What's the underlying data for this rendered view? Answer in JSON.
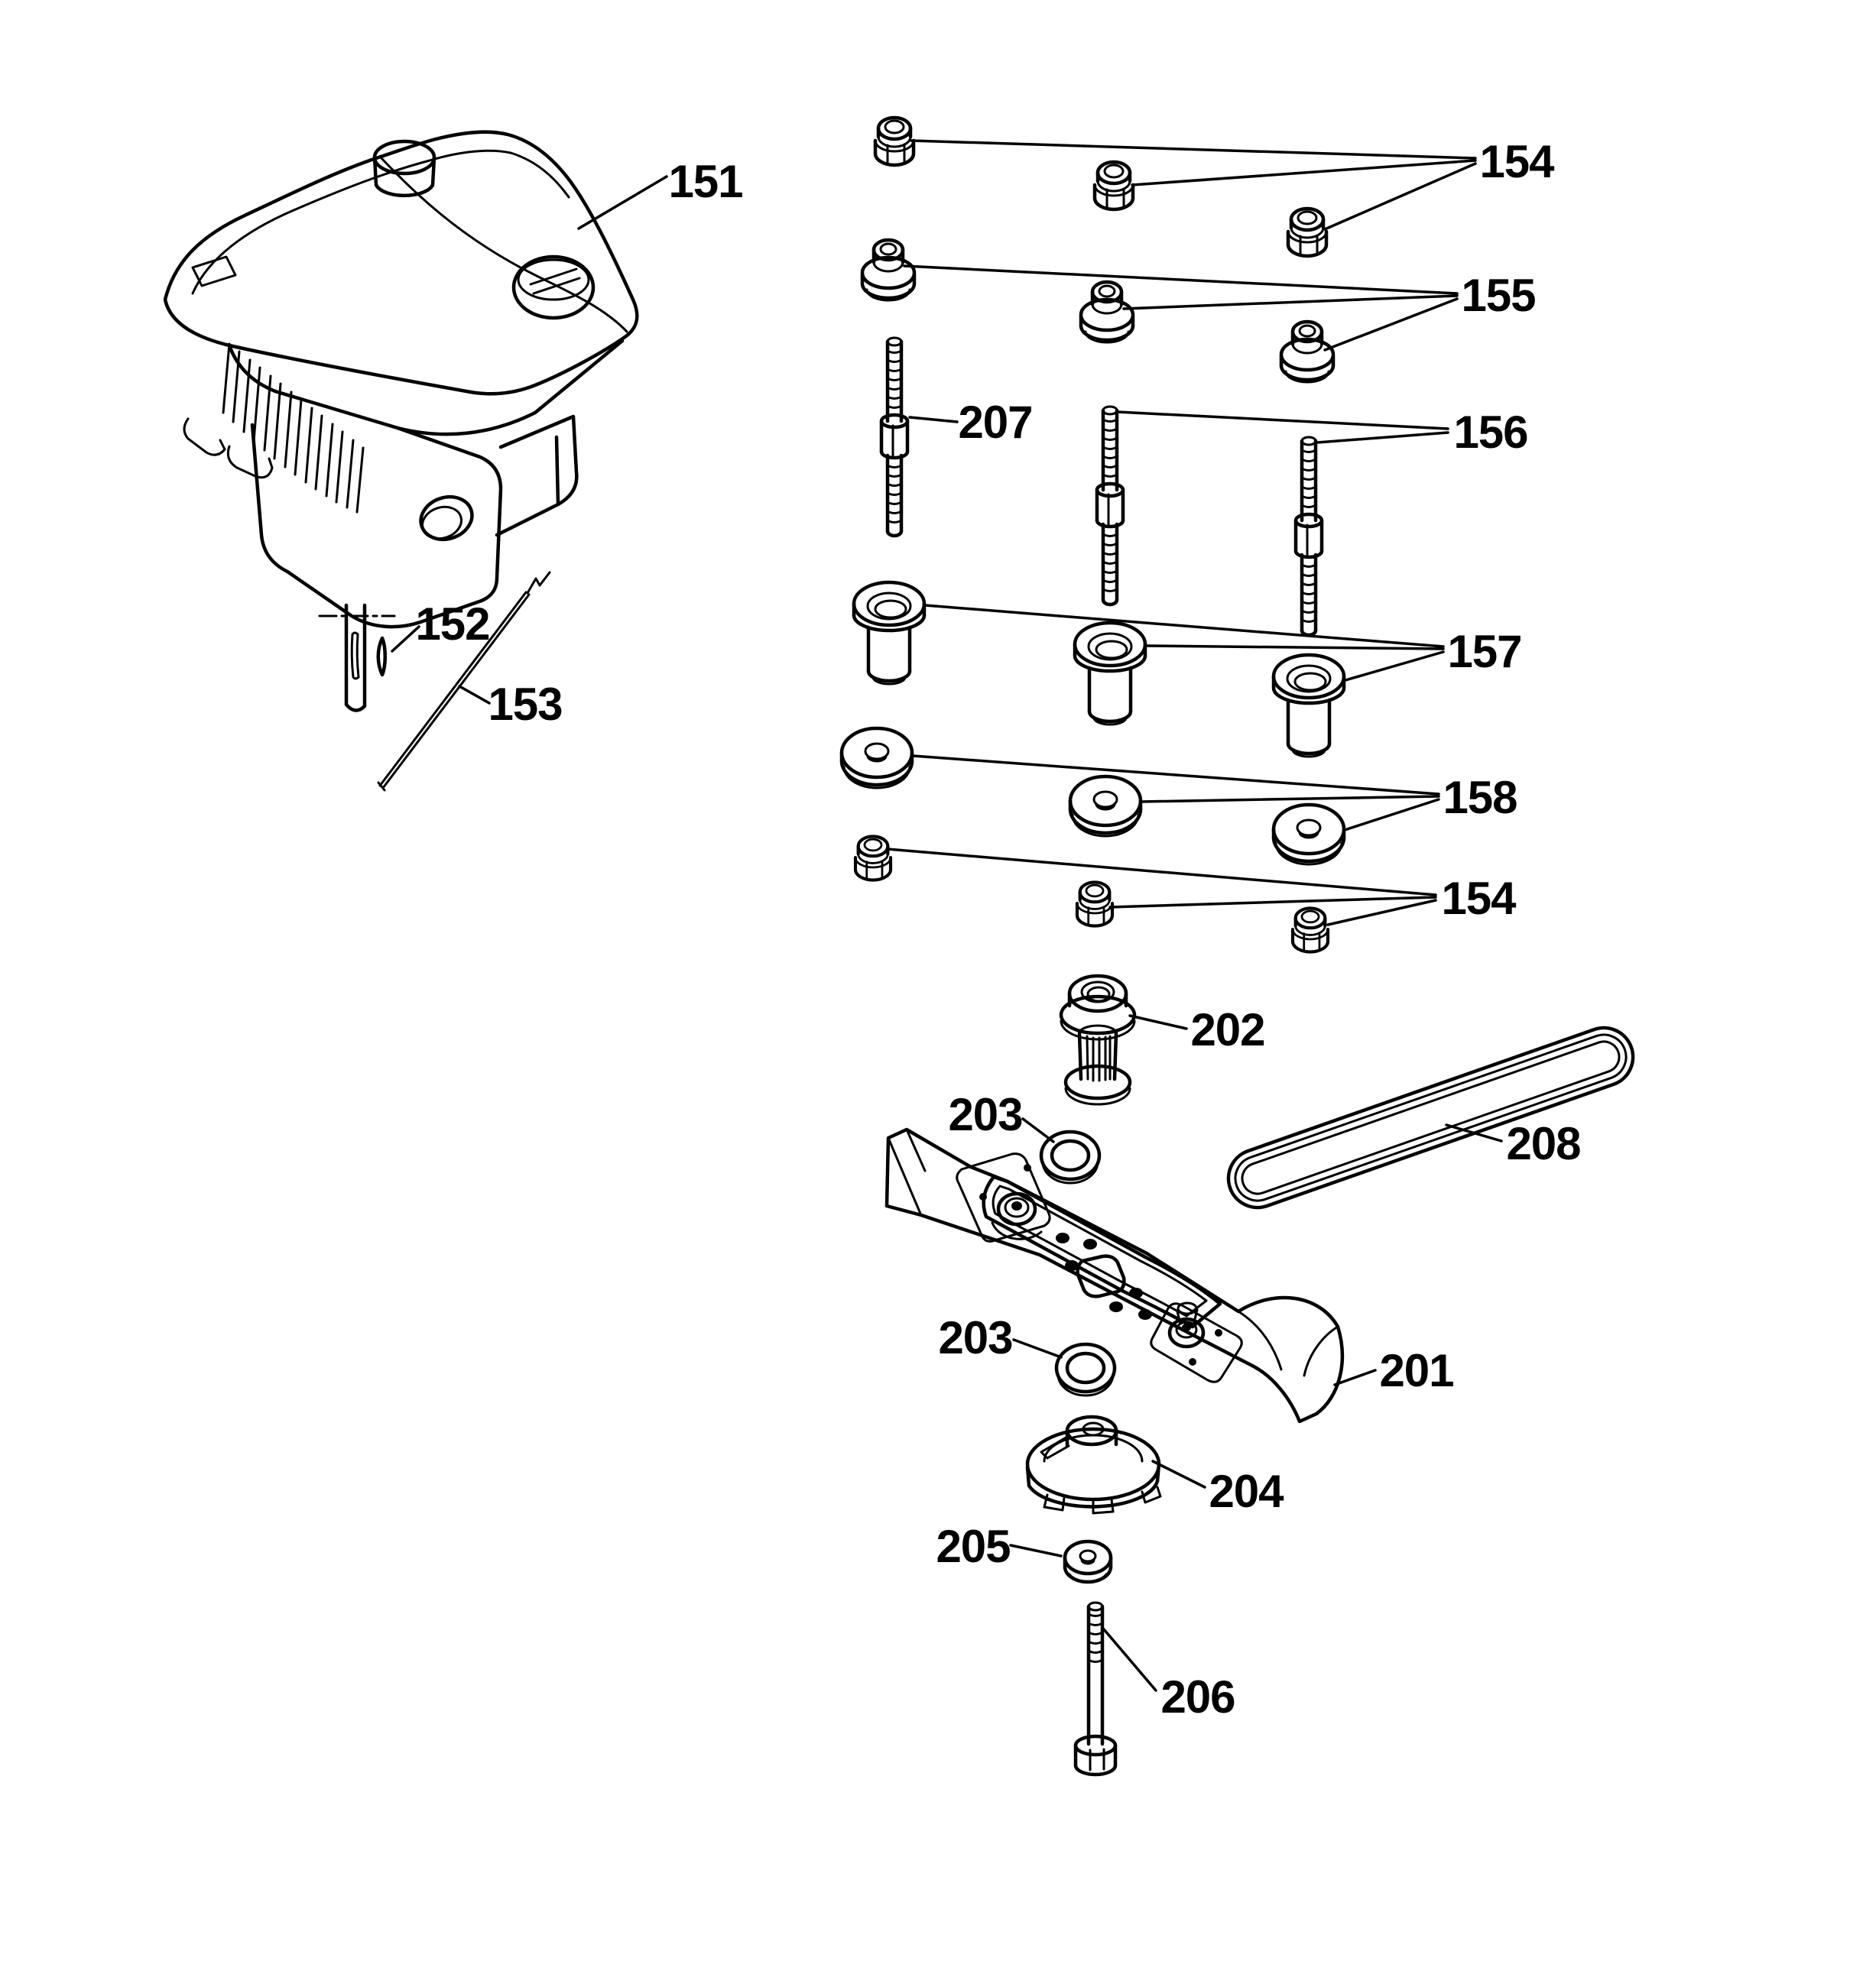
{
  "figure": {
    "type": "exploded-parts-diagram",
    "subject": "engine and mower blade assembly",
    "background_color": "#ffffff",
    "line_color": "#000000"
  },
  "callouts": [
    {
      "id": "151",
      "part": "engine",
      "text": "151"
    },
    {
      "id": "154-top",
      "part": "lock-nut-row-top",
      "text": "154"
    },
    {
      "id": "155",
      "part": "flanged-spacer-row",
      "text": "155"
    },
    {
      "id": "207",
      "part": "long-stud",
      "text": "207"
    },
    {
      "id": "156",
      "part": "stud-pair",
      "text": "156"
    },
    {
      "id": "152",
      "part": "woodruff-key",
      "text": "152"
    },
    {
      "id": "153",
      "part": "rod",
      "text": "153"
    },
    {
      "id": "157",
      "part": "bushing-row",
      "text": "157"
    },
    {
      "id": "158",
      "part": "washer-row",
      "text": "158"
    },
    {
      "id": "154-bottom",
      "part": "lock-nut-row-bottom",
      "text": "154"
    },
    {
      "id": "202",
      "part": "blade-adapter",
      "text": "202"
    },
    {
      "id": "203-top",
      "part": "washer-upper",
      "text": "203"
    },
    {
      "id": "208",
      "part": "drive-belt",
      "text": "208"
    },
    {
      "id": "203-bottom",
      "part": "washer-lower",
      "text": "203"
    },
    {
      "id": "201",
      "part": "blade",
      "text": "201"
    },
    {
      "id": "204",
      "part": "blade-hub",
      "text": "204"
    },
    {
      "id": "205",
      "part": "small-washer",
      "text": "205"
    },
    {
      "id": "206",
      "part": "blade-bolt",
      "text": "206"
    }
  ]
}
